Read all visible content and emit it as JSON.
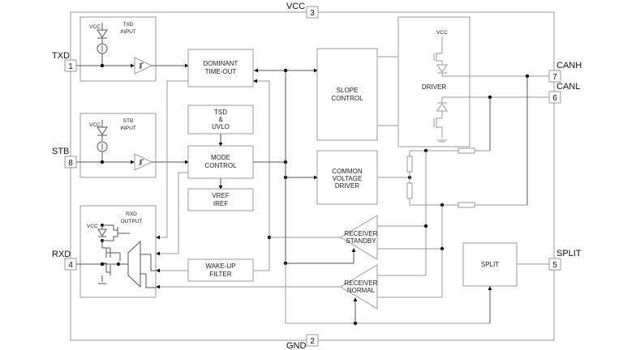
{
  "title": "CAN transceiver functional block diagram",
  "pins": {
    "vcc": {
      "name": "VCC",
      "number": "3"
    },
    "gnd": {
      "name": "GND",
      "number": "2"
    },
    "txd": {
      "name": "TXD",
      "number": "1"
    },
    "stb": {
      "name": "STB",
      "number": "8"
    },
    "rxd": {
      "name": "RXD",
      "number": "4"
    },
    "canh": {
      "name": "CANH",
      "number": "7"
    },
    "canl": {
      "name": "CANL",
      "number": "6"
    },
    "split": {
      "name": "SPLIT",
      "number": "5"
    }
  },
  "blocks": {
    "txd_input": [
      "TXD",
      "INPUT"
    ],
    "stb_input": [
      "STB",
      "INPUT"
    ],
    "rxd_output": [
      "RXD",
      "OUTPUT"
    ],
    "dominant_timeout": [
      "DOMINANT",
      "TIME-OUT"
    ],
    "tsd_uvlo": [
      "TSD",
      "&",
      "UVLO"
    ],
    "mode_control": [
      "MODE",
      "CONTROL"
    ],
    "vref_iref": [
      "VREF",
      "IREF"
    ],
    "wakeup_filter": [
      "WAKE-UP",
      "FILTER"
    ],
    "slope_control": [
      "SLOPE",
      "CONTROL"
    ],
    "driver": [
      "DRIVER"
    ],
    "common_voltage_driver": [
      "COMMON",
      "VOLTAGE",
      "DRIVER"
    ],
    "receiver_standby": [
      "RECEIVER",
      "STANDBY"
    ],
    "receiver_normal": [
      "RECEIVER",
      "NORMAL"
    ],
    "split": [
      "SPLIT"
    ]
  },
  "supply_labels": {
    "vcc_small": "VCC"
  }
}
